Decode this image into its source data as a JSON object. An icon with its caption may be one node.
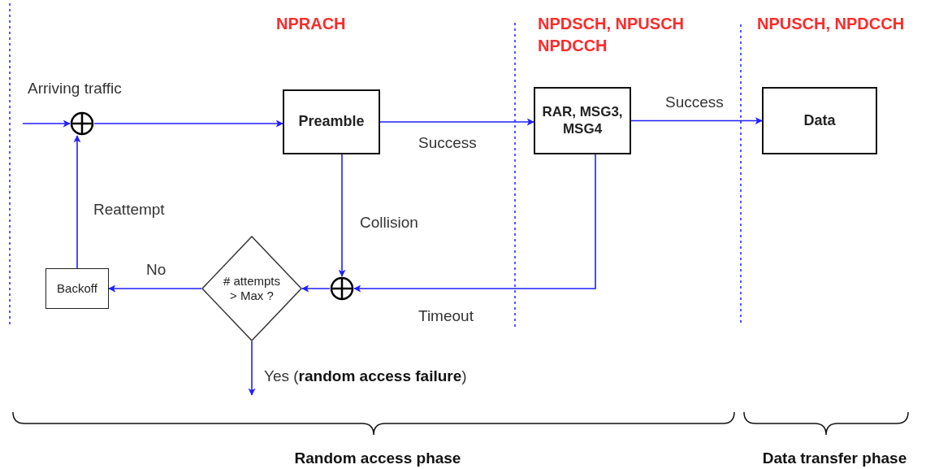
{
  "diagram": {
    "nodes": [
      {
        "text": [],
        "shape": "circle"
      },
      {
        "text": [
          "Preamble"
        ]
      },
      {
        "text": [
          "RAR, MSG3, MSG4"
        ]
      },
      {
        "text": [
          "Data"
        ]
      },
      {
        "text": [],
        "shape": "circle"
      },
      {
        "text": [
          "# attempts > Max ?"
        ]
      },
      {
        "text": [
          "Backoff"
        ]
      }
    ],
    "edges": [
      {
        "from": null,
        "to": 0,
        "arrow": "to",
        "label": "Arriving traffic"
      },
      {
        "from": 0,
        "to": 1,
        "arrow": "to"
      },
      {
        "from": 1,
        "to": 2,
        "arrow": "to",
        "label": "Success"
      },
      {
        "from": 2,
        "to": 3,
        "arrow": "to",
        "label": "Success"
      },
      {
        "from": 1,
        "to": 4,
        "arrow": "to",
        "label": "Collision"
      },
      {
        "from": 2,
        "to": 4,
        "arrow": "to",
        "label": "Timeout"
      },
      {
        "from": 4,
        "to": 5,
        "arrow": "to"
      },
      {
        "from": 5,
        "to": 6,
        "arrow": "to",
        "label": "No"
      },
      {
        "from": 6,
        "to": 0,
        "arrow": "to",
        "label": "Reattempt"
      },
      {
        "from": 5,
        "to": null,
        "arrow": "to",
        "label": "Yes (**random access failure**)"
      }
    ],
    "labels": [
      "NPRACH",
      "NPDSCH, NPUSCH NPDCCH",
      "NPUSCH, NPDCCH",
      "Random access phase",
      "Data transfer phase"
    ]
  }
}
